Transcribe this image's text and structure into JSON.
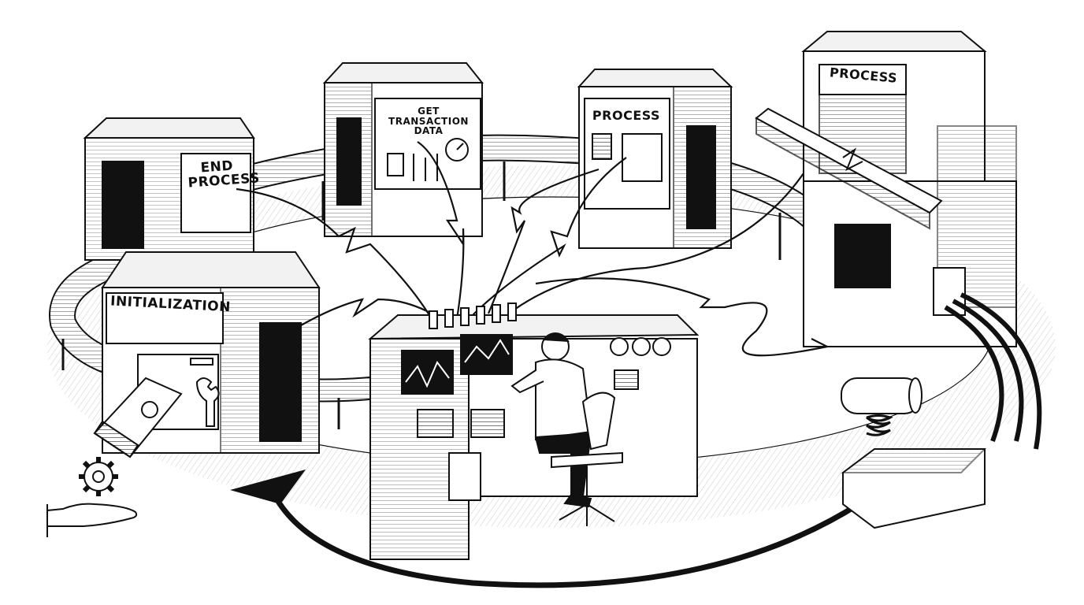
{
  "stations": {
    "end_process": "END\nPROCESS",
    "get_transaction_data": "GET TRANSACTION\nDATA",
    "process_1": "PROCESS",
    "process_2": "PROCESS",
    "initialization": "INITIALIZATION"
  },
  "elements": {
    "operator": "person-at-control-console-icon",
    "wrench": "wrench-icon",
    "gear": "gear-icon",
    "hand": "open-hand-icon",
    "spring_plunger": "spring-plunger-icon",
    "broken_beam": "broken-beam-icon",
    "return_arrow": "curved-arrow-icon"
  },
  "colors": {
    "ink": "#111111",
    "paper": "#ffffff",
    "shade": "#d9d9d9"
  }
}
